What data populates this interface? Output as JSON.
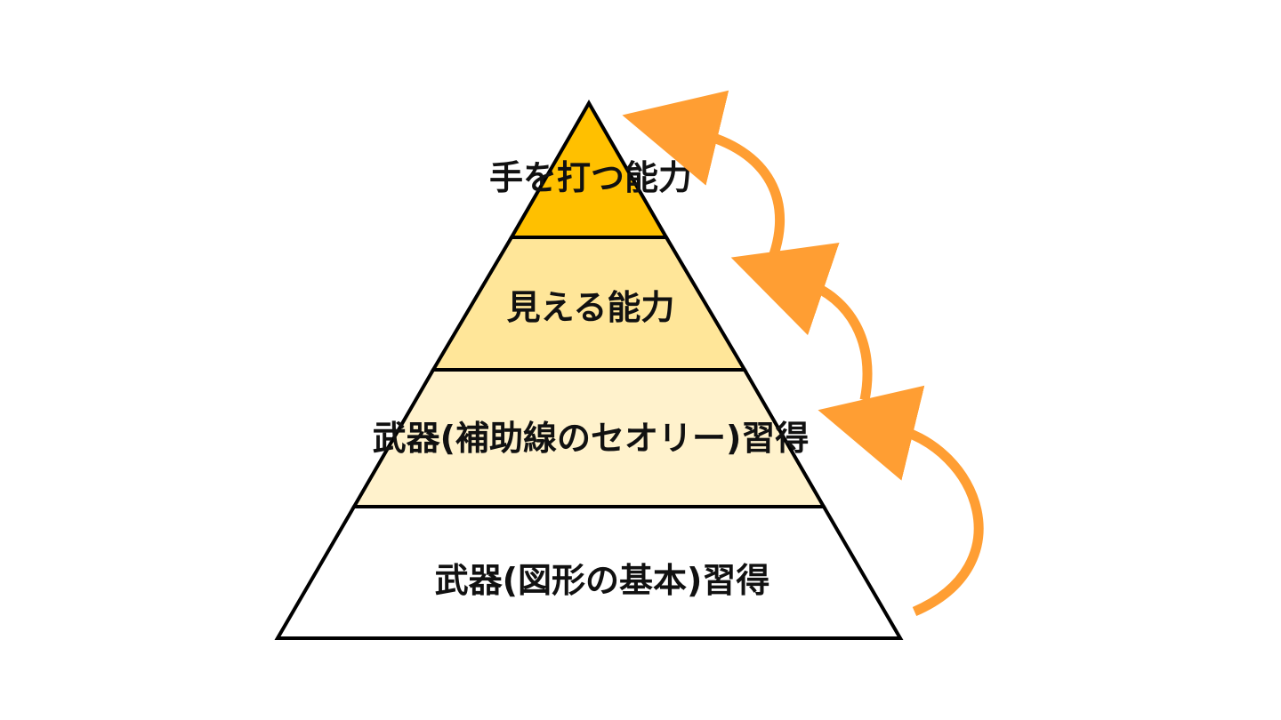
{
  "pyramid": {
    "tiers": [
      {
        "label": "手を打つ能力",
        "fill": "#ffc000"
      },
      {
        "label": "見える能力",
        "fill": "#ffe699"
      },
      {
        "label": "武器(補助線のセオリー)習得",
        "fill": "#fff2cc"
      },
      {
        "label": "武器(図形の基本)習得",
        "fill": "#ffffff"
      }
    ],
    "outline_color": "#000000"
  },
  "arrows": {
    "color": "#ff9e33",
    "icon": "curved-up-arrow-icon",
    "count": 3
  }
}
